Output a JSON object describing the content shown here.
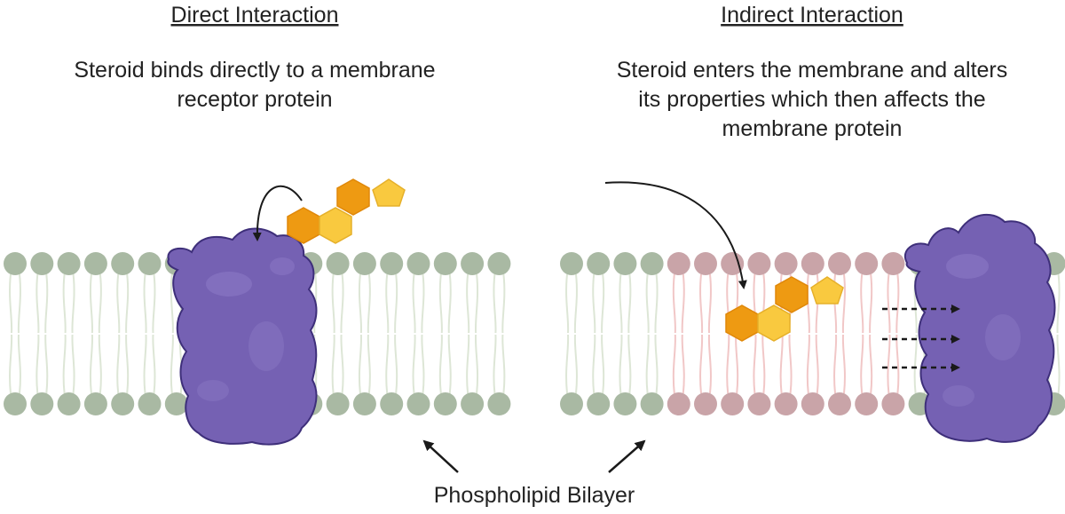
{
  "left_panel": {
    "heading": "Direct Interaction",
    "description_lines": [
      "Steroid binds directly to a membrane",
      "receptor protein"
    ]
  },
  "right_panel": {
    "heading": "Indirect Interaction",
    "description_lines": [
      "Steroid enters the membrane and alters",
      "its properties which then affects the",
      "membrane protein"
    ]
  },
  "caption": "Phospholipid Bilayer",
  "colors": {
    "head_normal": "#a9b9a3",
    "head_altered": "#c9a4a8",
    "tail_normal": "#dde6d6",
    "tail_altered": "#f1c7c7",
    "protein": "#7561b3",
    "protein_stroke": "#3e2f7a",
    "steroid_dark": "#ee9a12",
    "steroid_light": "#f9c93f",
    "arrow": "#1a1a1a"
  },
  "icons": [
    "membrane-protein-icon",
    "steroid-molecule-icon",
    "curved-arrow-icon",
    "dashed-arrow-icon",
    "pointer-arrow-icon"
  ]
}
